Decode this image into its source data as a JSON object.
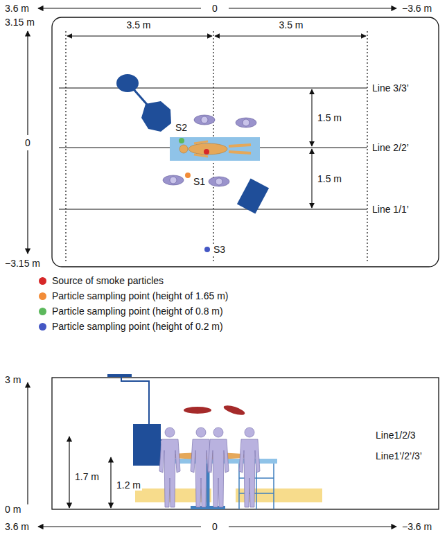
{
  "diagram": {
    "labels": [
      "3.6 m",
      "0",
      "−3.6 m",
      "3.15 m",
      "0",
      "−3.15 m",
      "3.5 m",
      "3.5 m",
      "1.5 m",
      "1.5 m",
      "Line 3/3’",
      "Line 2/2’",
      "Line 1/1’",
      "S2",
      "S1",
      "S3",
      "3 m",
      "0 m",
      "Line1/2/3",
      "Line1’/2’/3’",
      "1.7 m",
      "1.2 m",
      "3.6 m",
      "0",
      "−3.6 m"
    ],
    "legend": [
      {
        "text": "Source of smoke particles",
        "color": "#d62728"
      },
      {
        "text": "Particle sampling point (height of 1.65 m)",
        "color": "#f28c38"
      },
      {
        "text": "Particle sampling point (height of 0.8 m)",
        "color": "#5cb85c"
      },
      {
        "text": "Particle sampling point (height of 0.2 m)",
        "color": "#4457c4"
      }
    ]
  }
}
